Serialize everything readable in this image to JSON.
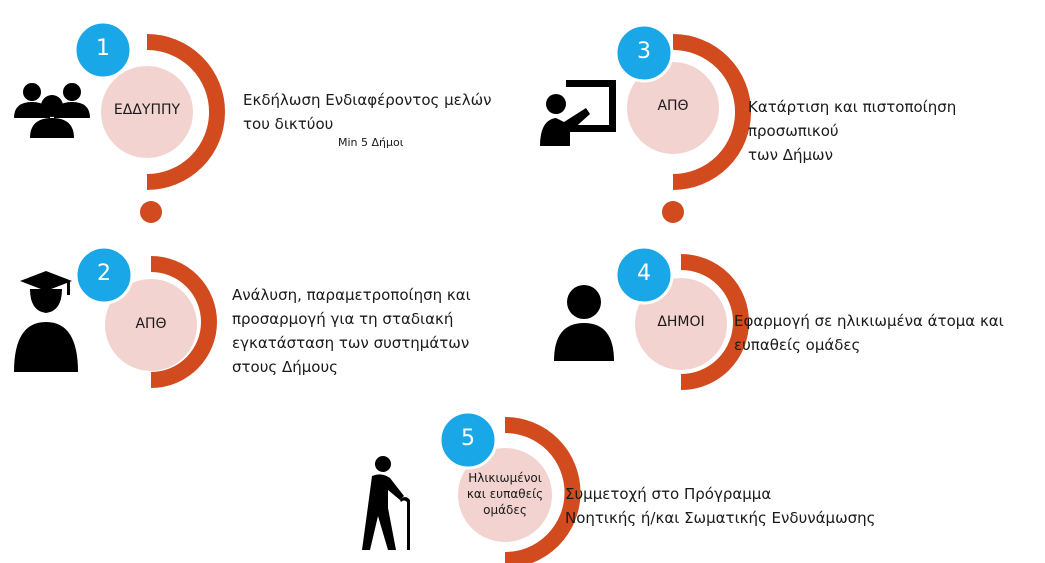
{
  "colors": {
    "ring": "#d14b1e",
    "inner": "#f2d3cf",
    "badge": "#1aa7e8",
    "badge_border": "#ffffff",
    "icon": "#000000"
  },
  "steps": [
    {
      "number": "1",
      "actor": "ΕΔΔΥΠΠΥ",
      "description": "Εκδήλωση Ενδιαφέροντος μελών\nτου δικτύου",
      "note": "Min 5 Δήμοι",
      "icon": "group-icon"
    },
    {
      "number": "2",
      "actor": "ΑΠΘ",
      "description": "Ανάλυση, παραμετροποίηση και\nπροσαρμογή για τη σταδιακή\nεγκατάσταση των συστημάτων\nστους Δήμους",
      "icon": "graduate-icon"
    },
    {
      "number": "3",
      "actor": "ΑΠΘ",
      "description": "Κατάρτιση και πιστοποίηση προσωπικού\nτων Δήμων",
      "icon": "teacher-board-icon"
    },
    {
      "number": "4",
      "actor": "ΔΗΜΟΙ",
      "description": "Εφαρμογή σε ηλικιωμένα άτομα και\nευπαθείς ομάδες",
      "icon": "person-icon"
    },
    {
      "number": "5",
      "actor": "Ηλικιωμένοι\nκαι ευπαθείς\nομάδες",
      "description": "Συμμετοχή στο Πρόγραμμα\nΝοητικής ή/και Σωματικής Ενδυνάμωσης",
      "icon": "elderly-cane-icon"
    }
  ]
}
